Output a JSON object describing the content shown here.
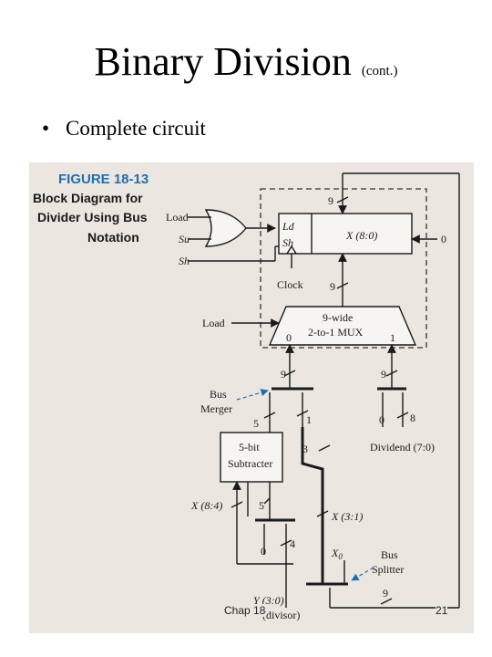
{
  "slide": {
    "title": "Binary Division",
    "title_suffix": "(cont.)",
    "bullet": "Complete circuit",
    "footer_left": "Chap 18",
    "footer_right": "21"
  },
  "figure": {
    "title": "FIGURE 18-13",
    "caption_lines": [
      "Block Diagram for",
      "Divider Using Bus",
      "Notation"
    ],
    "labels": {
      "load_in": "Load",
      "su_in": "Su",
      "sh_in": "Sh",
      "reg_ld": "Ld",
      "reg_sh": "Sh",
      "reg_x": "X (8:0)",
      "reg_in0": "0",
      "clock": "Clock",
      "bus_top": "9",
      "bus_mid": "9",
      "mux_line1": "9-wide",
      "mux_line2": "2-to-1 MUX",
      "mux_in0": "0",
      "mux_in1": "1",
      "mux_load": "Load",
      "bus_left_in": "9",
      "bus_right_in": "9",
      "bus_merger_1": "Bus",
      "bus_merger_2": "Merger",
      "w5_top": "5",
      "w1": "1",
      "w0": "0",
      "w8": "8",
      "dividend": "Dividend (7:0)",
      "sub_line1": "5-bit",
      "sub_line2": "Subtracter",
      "w3": "3",
      "x84": "X (8:4)",
      "w5_bot": "5",
      "x31": "X (3:1)",
      "w0_bot": "0",
      "w4": "4",
      "x0_x": "X",
      "x0_sub": "0",
      "splitter_1": "Bus",
      "splitter_2": "Splitter",
      "w9_bot": "9",
      "y30": "Y (3:0)",
      "divisor": "(divisor)"
    }
  }
}
